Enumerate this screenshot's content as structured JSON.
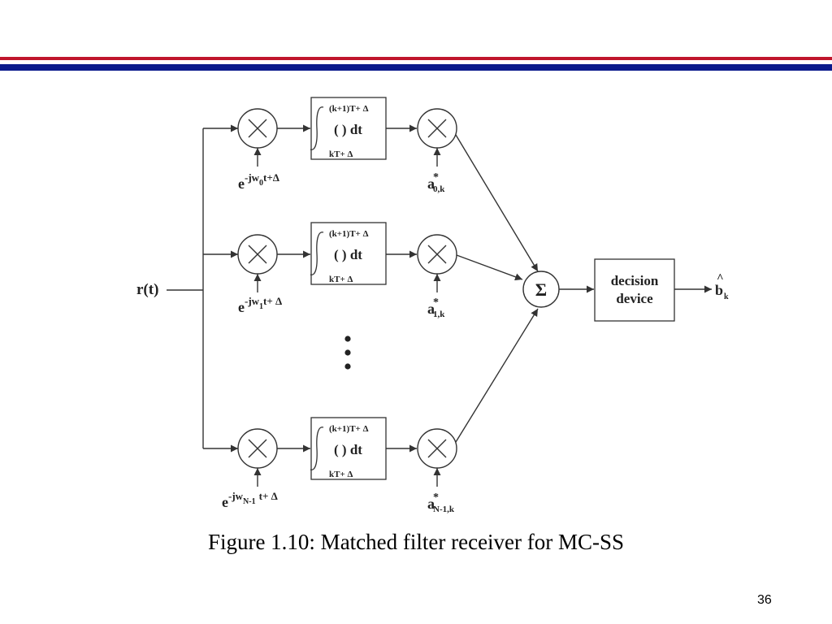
{
  "slide": {
    "caption": "Figure 1.10: Matched filter receiver for MC-SS",
    "page_number": "36",
    "colors": {
      "top_rule_red": "#c0162c",
      "top_rule_blue": "#0b1a8c",
      "line": "#333333"
    }
  },
  "diagram": {
    "input_label": "r(t)",
    "branches": [
      {
        "osc_base": "e",
        "osc_exp_prefix": "-jw",
        "osc_sub": "0",
        "osc_exp_suffix": "t+Δ",
        "int_upper": "(k+1)T+ Δ",
        "int_body": "( ) dt",
        "int_lower": "kT+ Δ",
        "coef": "a",
        "coef_sup": "*",
        "coef_sub": "0,k"
      },
      {
        "osc_base": "e",
        "osc_exp_prefix": "-jw",
        "osc_sub": "1",
        "osc_exp_suffix": "t+ Δ",
        "int_upper": "(k+1)T+ Δ",
        "int_body": "( ) dt",
        "int_lower": "kT+ Δ",
        "coef": "a",
        "coef_sup": "*",
        "coef_sub": "1,k"
      },
      {
        "osc_base": "e",
        "osc_exp_prefix": "-jw",
        "osc_sub": "N-1",
        "osc_exp_suffix": "t+ Δ",
        "int_upper": "(k+1)T+ Δ",
        "int_body": "( ) dt",
        "int_lower": "kT+ Δ",
        "coef": "a",
        "coef_sup": "*",
        "coef_sub": "N-1,k"
      }
    ],
    "multiplier_icon": "multiply-circle-icon",
    "sum_symbol": "Σ",
    "decision_line1": "decision",
    "decision_line2": "device",
    "output_base": "b",
    "output_hat": "^",
    "output_sub": "k"
  }
}
